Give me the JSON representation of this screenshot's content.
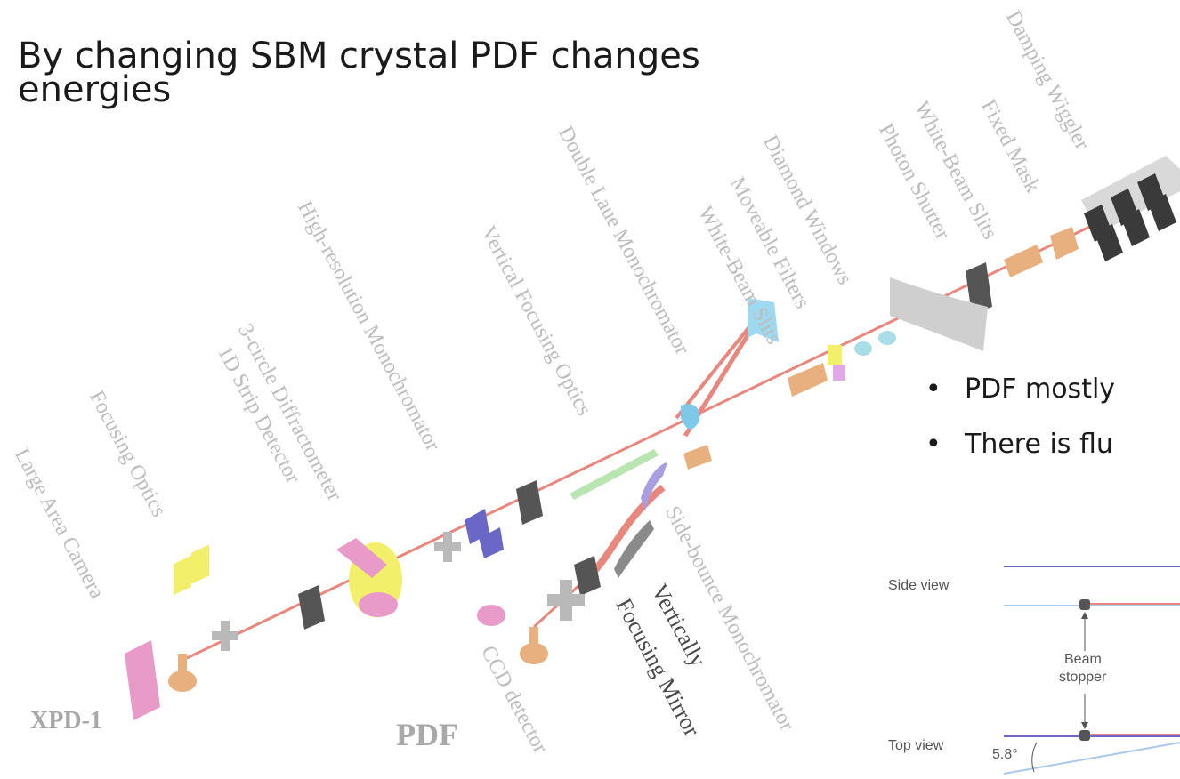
{
  "slide": {
    "title": "By changing SBM crystal PDF changes energies"
  },
  "diagram": {
    "components": [
      "Damping Wiggler",
      "Fixed Mask",
      "White-Beam Slits",
      "Photon Shutter",
      "Diamond Windows",
      "Moveable Filters",
      "White-Beam Slits",
      "Double Laue Monochromator",
      "Vertical Focusing Optics",
      "High-resolution Monochromator",
      "3-circle Diffractometer",
      "1D Strip Detector",
      "Focusing Optics",
      "Large Area Camera",
      "Side-bounce Monochromator",
      "Vertically",
      "Focusing Mirror",
      "CCD detector"
    ],
    "stations": [
      "XPD-1",
      "PDF"
    ]
  },
  "bullets": [
    "PDF mostly",
    "There is flu"
  ],
  "inset": {
    "side_view": "Side view",
    "top_view": "Top view",
    "beam_stopper_line1": "Beam",
    "beam_stopper_line2": "stopper",
    "angle": "5.8°"
  },
  "colors": {
    "beam": "#e8877d",
    "wiggler_dark": "#3a3a3a",
    "pink": "#e89ac8",
    "yellow": "#f2ef6a",
    "orange_block": "#e8b07f"
  }
}
